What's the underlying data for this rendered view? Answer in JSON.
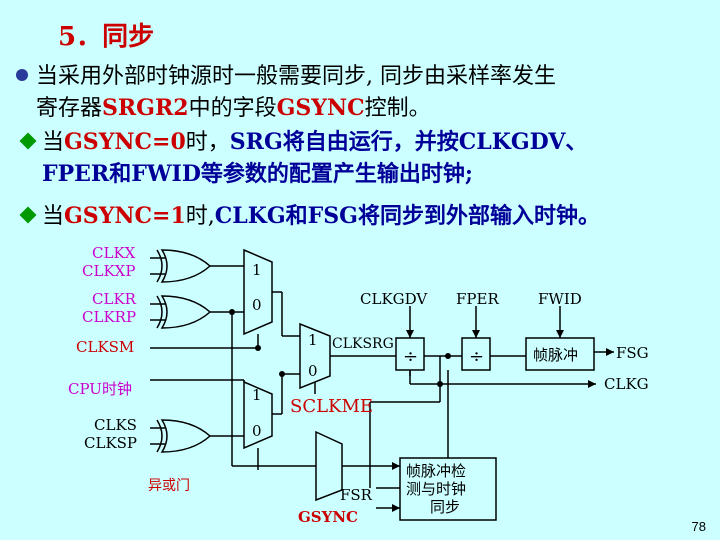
{
  "title": "5．同步",
  "bullet1": {
    "part1": "当采用外部时钟源时一般需要同步, 同步由采样率发生",
    "part2": "寄存器",
    "reg": "SRGR2",
    "part3": "中的字段",
    "field": "GSYNC",
    "part4": "控制。"
  },
  "sub1": {
    "prefix": "当",
    "cond": "GSYNC=0",
    "part1": "时，",
    "text": "SRG将自由运行，并按CLKGDV、",
    "text2": "FPER和FWID等参数的配置产生输出时钟;"
  },
  "sub2": {
    "prefix": "当",
    "cond": "GSYNC=1",
    "part1": "时,",
    "text": "CLKG和FSG将同步到外部输入时钟。"
  },
  "diagram": {
    "inputs": [
      "CLKX",
      "CLKXP",
      "CLKR",
      "CLKRP",
      "CLKSM",
      "CPU时钟",
      "CLKS",
      "CLKSP"
    ],
    "mux_labels": [
      "1",
      "0",
      "1",
      "0",
      "1",
      "0"
    ],
    "clksrg": "CLKSRG",
    "sclkme": "SCLKME",
    "params": [
      "CLKGDV",
      "FPER",
      "FWID"
    ],
    "divider": "÷",
    "frame_pulse": "帧脉冲",
    "fsg": "FSG",
    "clkg": "CLKG",
    "sync_box": [
      "帧脉冲检",
      "测与时钟",
      "同步"
    ],
    "fsr": "FSR",
    "gsync": "GSYNC",
    "xor_label": "异或门"
  },
  "page_number": "78",
  "colors": {
    "background": "#ccffff",
    "title": "#cc0000",
    "accent_blue": "#000099",
    "diagram_input": "#cc00cc",
    "label_red": "#cc0000",
    "bullet": "#2a3a9a",
    "sub_bullet": "#009900"
  }
}
